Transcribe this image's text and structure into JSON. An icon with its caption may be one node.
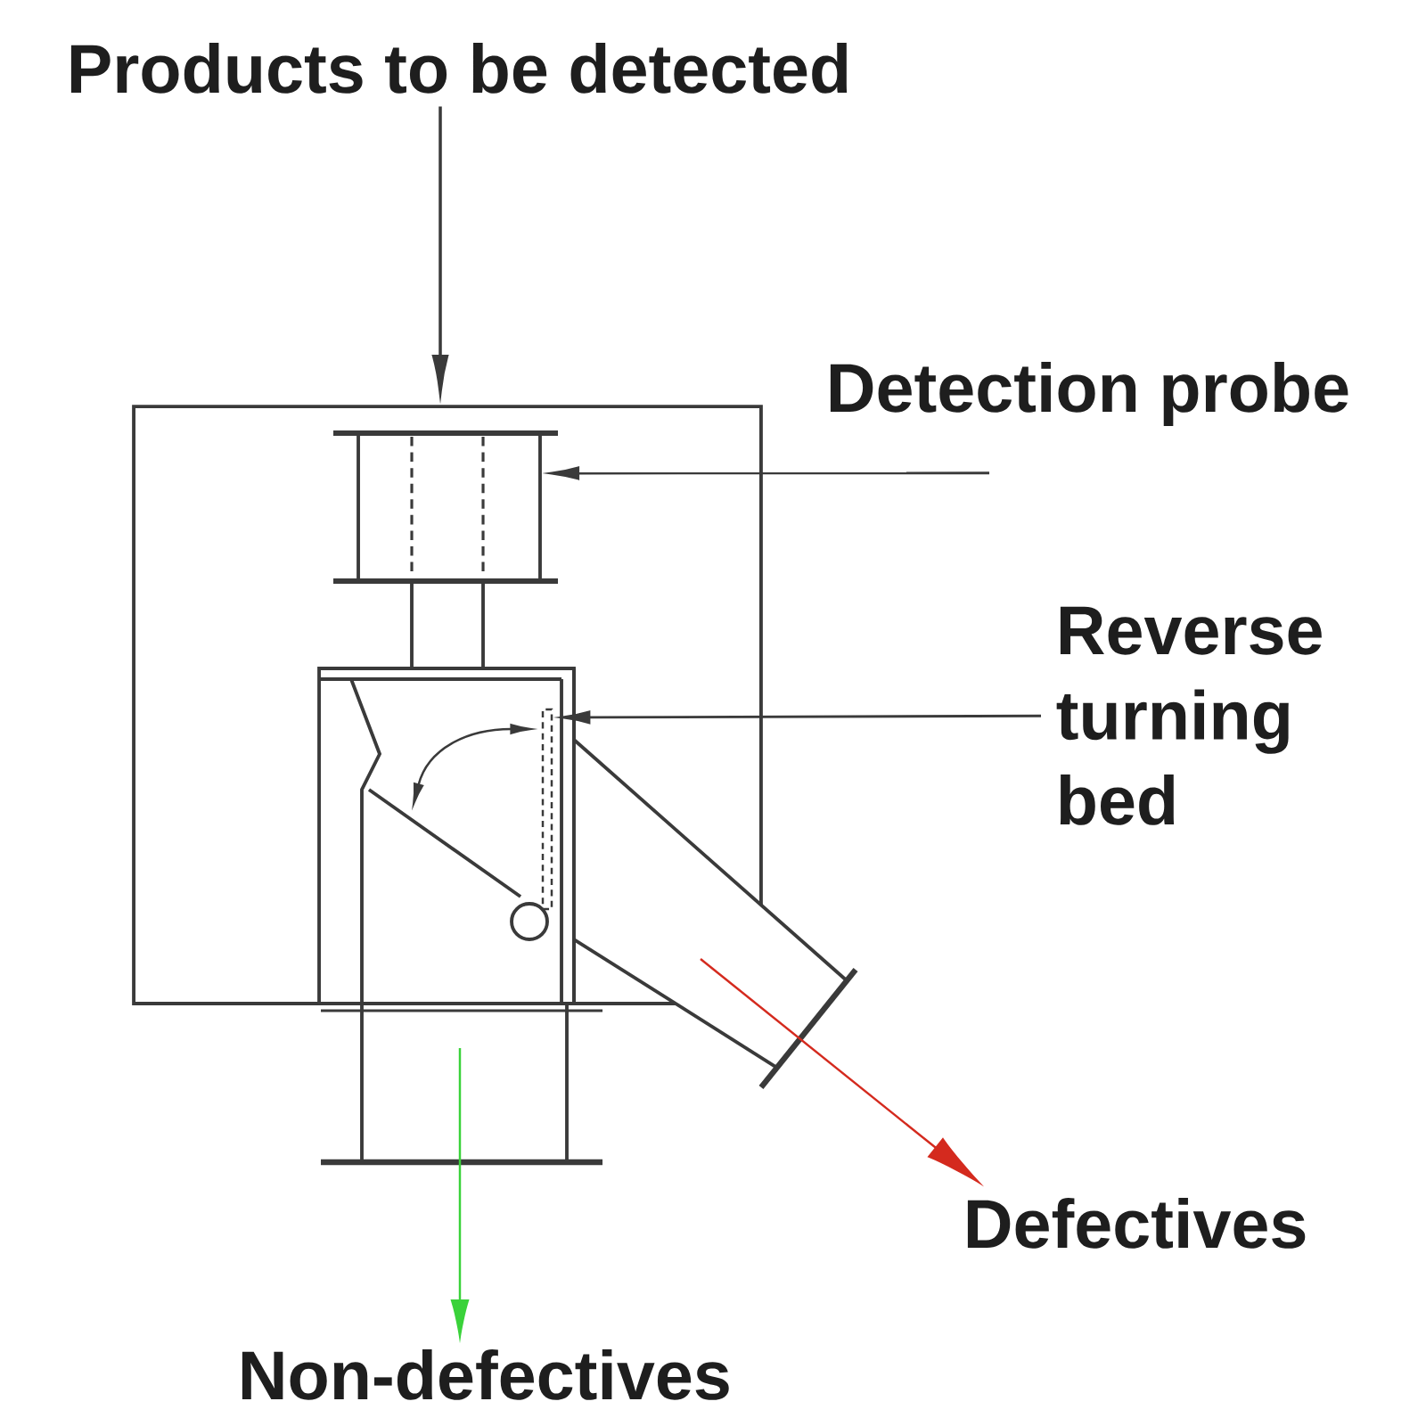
{
  "diagram": {
    "nodes": [
      {
        "text": [
          "Products to be detected"
        ]
      },
      {
        "text": [],
        "shape": "box"
      },
      {
        "text": [
          "Detection probe"
        ]
      },
      {
        "text": [],
        "shape": "box",
        "in": 1
      },
      {
        "text": [
          "Reverse turning bed"
        ]
      },
      {
        "text": [],
        "shape": "box",
        "in": 1
      },
      {
        "text": [],
        "shape": "bar",
        "in": 5
      },
      {
        "text": [
          "Defectives"
        ]
      },
      {
        "text": [
          "Non-defectives"
        ]
      }
    ],
    "edges": [
      {
        "from": 0,
        "to": 1,
        "arrow": "to"
      },
      {
        "from": 2,
        "to": 3,
        "arrow": "to"
      },
      {
        "from": 3,
        "to": 5,
        "arrow": "none"
      },
      {
        "from": 4,
        "to": 6,
        "arrow": "to"
      },
      {
        "from": null,
        "to": 7,
        "arrow": "to",
        "color": "#d42a1e"
      },
      {
        "from": null,
        "to": 8,
        "arrow": "to",
        "color": "#3ad23a"
      }
    ]
  }
}
